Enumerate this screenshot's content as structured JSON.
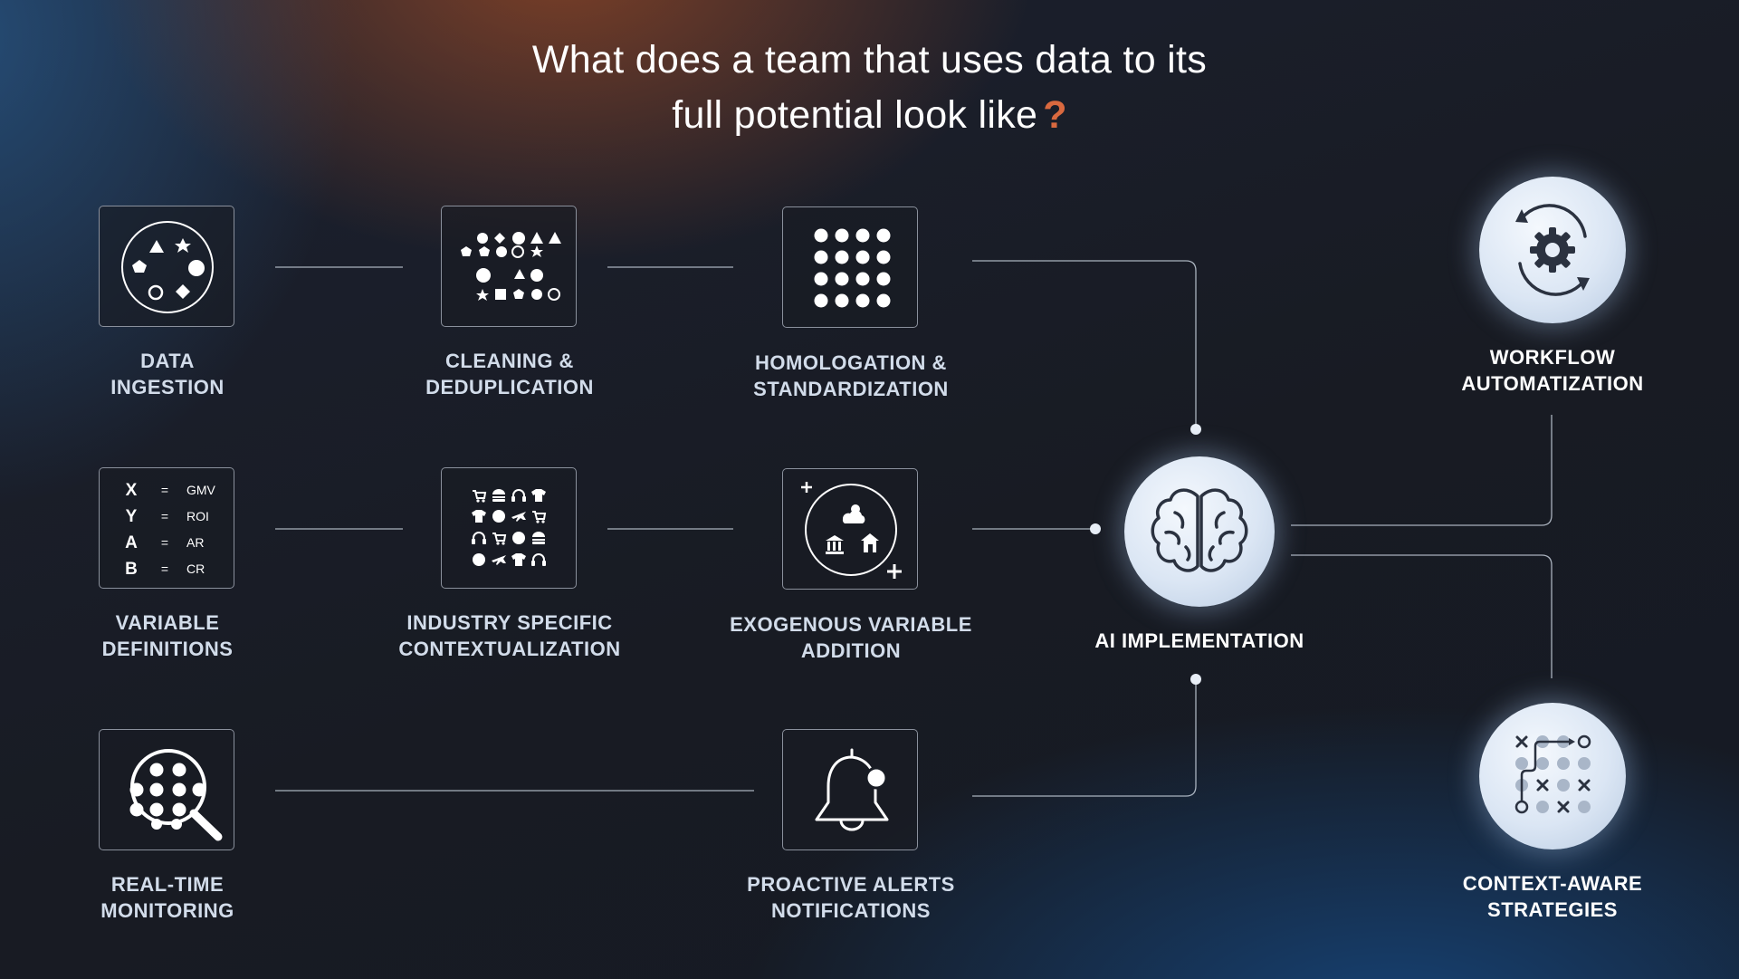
{
  "title": {
    "line1": "What does a team that uses data to its",
    "line2": "full potential look like",
    "mark": "?"
  },
  "nodes": {
    "data_ingestion": {
      "line1": "DATA",
      "line2": "INGESTION"
    },
    "cleaning": {
      "line1": "CLEANING &",
      "line2": "DEDUPLICATION"
    },
    "homologation": {
      "line1": "HOMOLOGATION &",
      "line2": "STANDARDIZATION"
    },
    "variable_definitions": {
      "line1": "VARIABLE",
      "line2": "DEFINITIONS",
      "rows": [
        {
          "var": "X",
          "eq": "=",
          "val": "GMV"
        },
        {
          "var": "Y",
          "eq": "=",
          "val": "ROI"
        },
        {
          "var": "A",
          "eq": "=",
          "val": "AR"
        },
        {
          "var": "B",
          "eq": "=",
          "val": "CR"
        }
      ]
    },
    "industry": {
      "line1": "INDUSTRY SPECIFIC",
      "line2": "CONTEXTUALIZATION"
    },
    "exogenous": {
      "line1": "EXOGENOUS VARIABLE",
      "line2": "ADDITION"
    },
    "realtime": {
      "line1": "REAL-TIME",
      "line2": "MONITORING"
    },
    "alerts": {
      "line1": "PROACTIVE ALERTS",
      "line2": "NOTIFICATIONS"
    },
    "ai": {
      "line1": "AI IMPLEMENTATION"
    },
    "workflow": {
      "line1": "WORKFLOW",
      "line2": "AUTOMATIZATION"
    },
    "context": {
      "line1": "CONTEXT-AWARE",
      "line2": "STRATEGIES"
    }
  },
  "icons": {
    "data_ingestion": "shapes-in-circle-icon",
    "cleaning": "mixed-shapes-grid-icon",
    "homologation": "dot-grid-icon",
    "variable_definitions": "variable-table-icon",
    "industry": "product-icons-grid-icon",
    "exogenous": "external-factors-icon",
    "realtime": "magnifier-dots-icon",
    "alerts": "bell-icon",
    "ai": "brain-icon",
    "workflow": "gear-cycle-icon",
    "context": "strategy-play-icon"
  },
  "colors": {
    "accent": "#d9693f",
    "label": "#d2dcea",
    "connector": "#c3ccd8",
    "background": "#191d26"
  }
}
